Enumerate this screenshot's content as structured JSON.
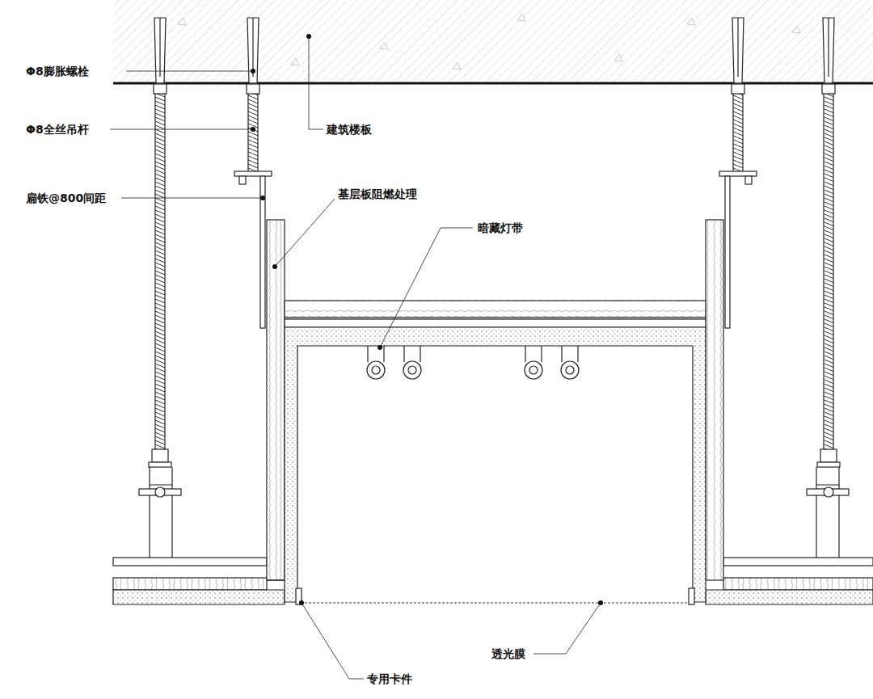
{
  "diagram": {
    "labels": [
      "Φ8膨胀螺栓",
      "Φ8全丝吊杆",
      "扁铁@800间距",
      "建筑楼板",
      "基层板阻燃处理",
      "暗藏灯带",
      "透光膜",
      "专用卡件"
    ]
  }
}
